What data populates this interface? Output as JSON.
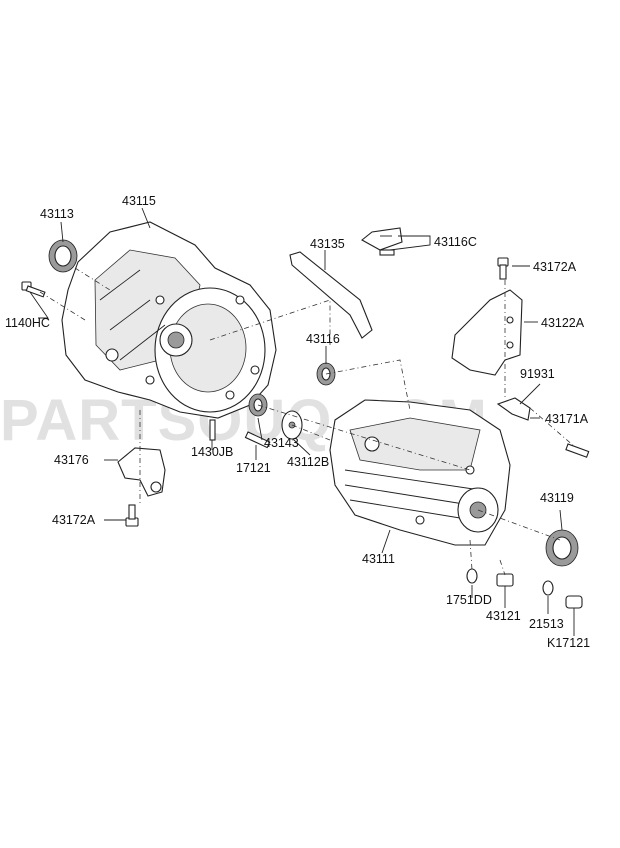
{
  "watermark": "PARTSOUQ.COM",
  "labels": {
    "p43113": "43113",
    "p43115": "43115",
    "p43135": "43135",
    "p43116C": "43116C",
    "p43172A_top": "43172A",
    "p1140HC": "1140HC",
    "p43122A": "43122A",
    "p43116": "43116",
    "p91931": "91931",
    "p43171A": "43171A",
    "p43176": "43176",
    "p1430JB": "1430JB",
    "p43143": "43143",
    "p43112B": "43112B",
    "p17121": "17121",
    "p43119": "43119",
    "p43172A_bottom": "43172A",
    "p43111": "43111",
    "p1751DD": "1751DD",
    "p43121": "43121",
    "p21513": "21513",
    "pK17121": "K17121"
  }
}
